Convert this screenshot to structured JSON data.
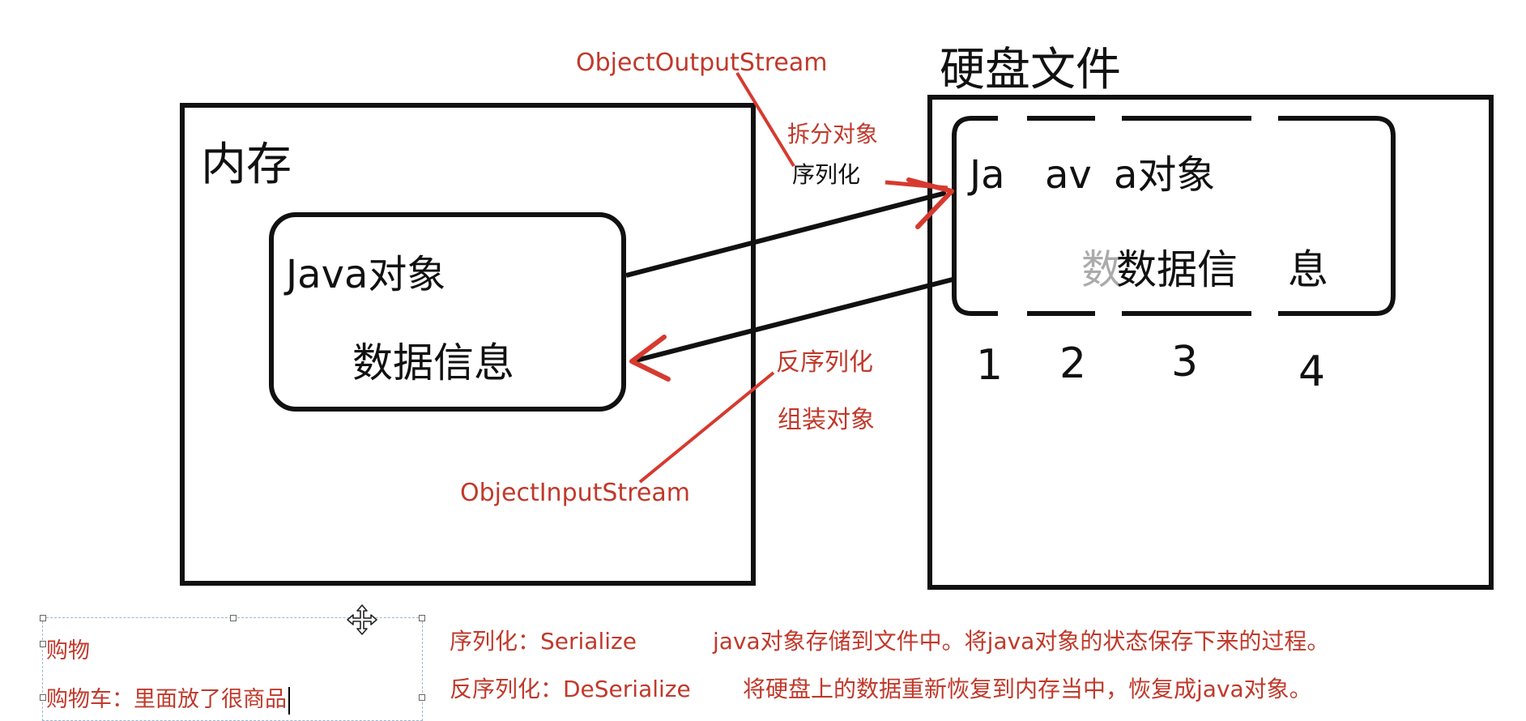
{
  "memory": {
    "label": "内存",
    "object_title": "Java对象",
    "object_data": "数据信息"
  },
  "disk": {
    "label": "硬盘文件",
    "frag_text_1": "Ja",
    "frag_text_2": "av",
    "frag_text_3": "a对象",
    "frag_text_4": "数据信",
    "frag_text_5": "息",
    "frag_text_6": "数",
    "fragments": [
      "1",
      "2",
      "3",
      "4"
    ]
  },
  "serialize": {
    "stream": "ObjectOutputStream",
    "split": "拆分对象",
    "name": "序列化"
  },
  "deserialize": {
    "stream": "ObjectInputStream",
    "name": "反序列化",
    "assemble": "组装对象"
  },
  "note": {
    "line1": "购物",
    "line2": "购物车：里面放了很商品"
  },
  "definitions": {
    "serialize_term": "序列化：Serialize",
    "serialize_desc": "java对象存储到文件中。将java对象的状态保存下来的过程。",
    "deserialize_term": "反序列化：DeSerialize",
    "deserialize_desc": "将硬盘上的数据重新恢复到内存当中，恢复成java对象。"
  },
  "colors": {
    "ink": "#111111",
    "annotation": "#c0392b",
    "selection": "#9bb6cc"
  }
}
